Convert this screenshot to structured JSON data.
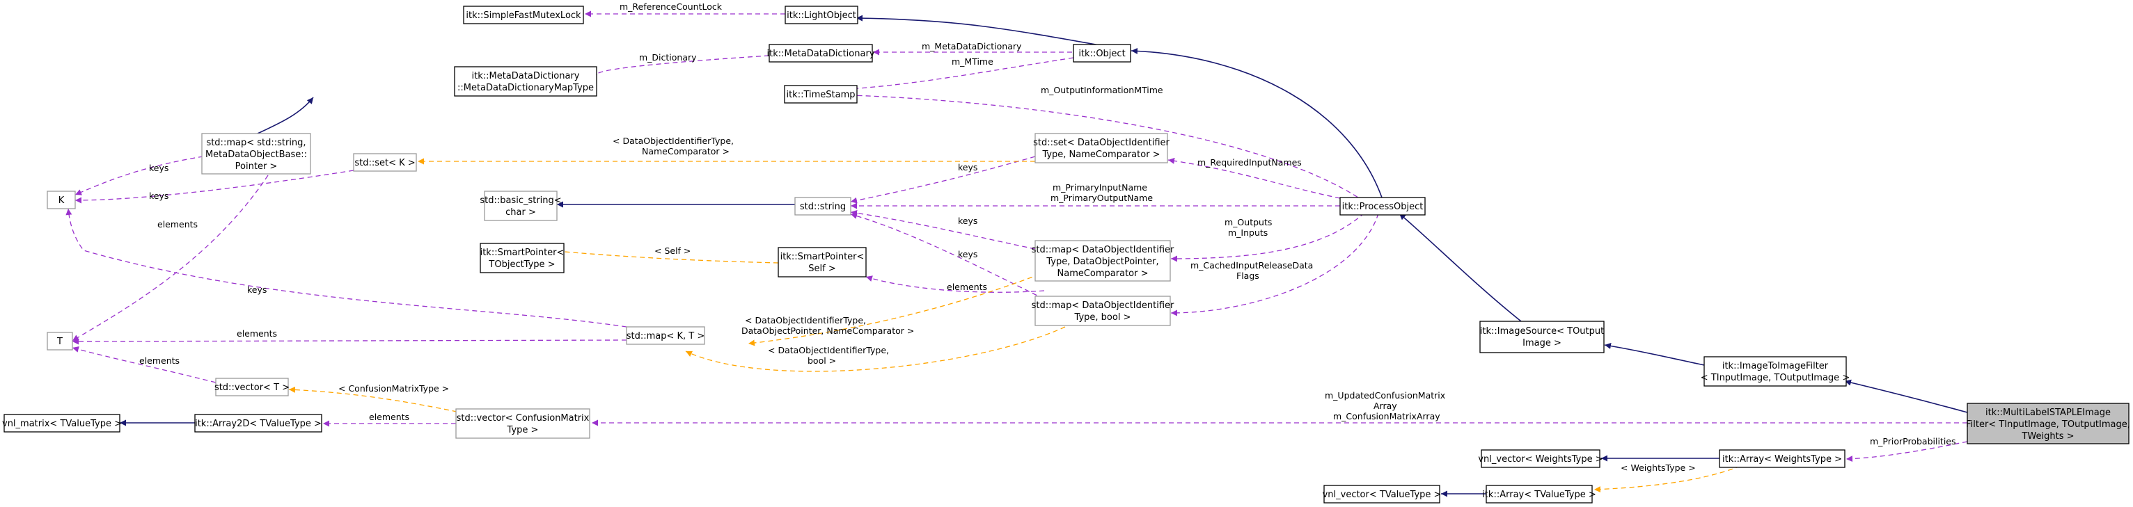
{
  "diagram": {
    "nodes": {
      "simple_fast_mutex_lock": "itk::SimpleFastMutexLock",
      "light_object": "itk::LightObject",
      "meta_data_dictionary": "itk::MetaDataDictionary",
      "object": "itk::Object",
      "meta_data_dictionary_map_type": [
        "itk::MetaDataDictionary",
        "::MetaDataDictionaryMapType"
      ],
      "time_stamp": "itk::TimeStamp",
      "std_map_string_metadata": [
        "std::map< std::string,",
        "MetaDataObjectBase::",
        "Pointer >"
      ],
      "std_set_k": "std::set< K >",
      "std_set_dataobject": [
        "std::set< DataObjectIdentifier",
        "Type, NameComparator >"
      ],
      "k": "K",
      "std_basic_string": [
        "std::basic_string<",
        "char >"
      ],
      "std_string": "std::string",
      "process_object": "itk::ProcessObject",
      "smart_pointer_tobject": [
        "itk::SmartPointer<",
        "TObjectType >"
      ],
      "smart_pointer_self": [
        "itk::SmartPointer<",
        "Self >"
      ],
      "std_map_dataobject_pointer": [
        "std::map< DataObjectIdentifier",
        "Type, DataObjectPointer,",
        "NameComparator >"
      ],
      "std_map_dataobject_bool": [
        "std::map< DataObjectIdentifier",
        "Type, bool >"
      ],
      "t": "T",
      "std_map_k_t": "std::map< K, T >",
      "image_source": [
        "itk::ImageSource< TOutput",
        "Image >"
      ],
      "image_to_image_filter": [
        "itk::ImageToImageFilter",
        "< TInputImage, TOutputImage >"
      ],
      "std_vector_t": "std::vector< T >",
      "vnl_matrix": "vnl_matrix< TValueType >",
      "array2d": "itk::Array2D< TValueType >",
      "std_vector_confusion": [
        "std::vector< ConfusionMatrix",
        "Type >"
      ],
      "multi_label_staple": [
        "itk::MultiLabelSTAPLEImage",
        "Filter< TInputImage, TOutputImage,",
        "TWeights >"
      ],
      "vnl_vector_weights": "vnl_vector< WeightsType >",
      "array_weights": "itk::Array< WeightsType >",
      "vnl_vector_tvalue": "vnl_vector< TValueType >",
      "array_tvalue": "itk::Array< TValueType >"
    },
    "edge_labels": {
      "reference_count_lock": "m_ReferenceCountLock",
      "dictionary": "m_Dictionary",
      "meta_data_dictionary": "m_MetaDataDictionary",
      "mtime": "m_MTime",
      "output_information_mtime": "m_OutputInformationMTime",
      "keys_map_string": "keys",
      "keys_set_k": "keys",
      "elements_map_string": "elements",
      "set_dataobject_template": [
        "< DataObjectIdentifierType,",
        "NameComparator >"
      ],
      "keys_set_dataobject": "keys",
      "required_input_names": "m_RequiredInputNames",
      "primary_names": [
        "m_PrimaryInputName",
        "m_PrimaryOutputName"
      ],
      "keys_map_pointer": "keys",
      "outputs_inputs": [
        "m_Outputs",
        "m_Inputs"
      ],
      "self_template": "< Self >",
      "keys_map_bool": "keys",
      "cached_input": [
        "m_CachedInputReleaseData",
        "Flags"
      ],
      "elements_smart_self": "elements",
      "keys_map_k_t": "keys",
      "elements_map_k_t": "elements",
      "map_pointer_template": [
        "< DataObjectIdentifierType,",
        "DataObjectPointer, NameComparator >"
      ],
      "map_bool_template": [
        "< DataObjectIdentifierType,",
        "bool >"
      ],
      "elements_vector_t": "elements",
      "confusion_template": "< ConfusionMatrixType >",
      "elements_vector_confusion": "elements",
      "confusion_matrix": [
        "m_UpdatedConfusionMatrix",
        "Array",
        "m_ConfusionMatrixArray"
      ],
      "prior_probabilities": "m_PriorProbabilities",
      "weights_template": "< WeightsType >"
    },
    "colors": {
      "inheritance": "#191970",
      "usage": "#9a32cd",
      "template": "#ffa500",
      "focus_fill": "#bfbfbf",
      "grey_border": "#9a9a9a"
    }
  }
}
